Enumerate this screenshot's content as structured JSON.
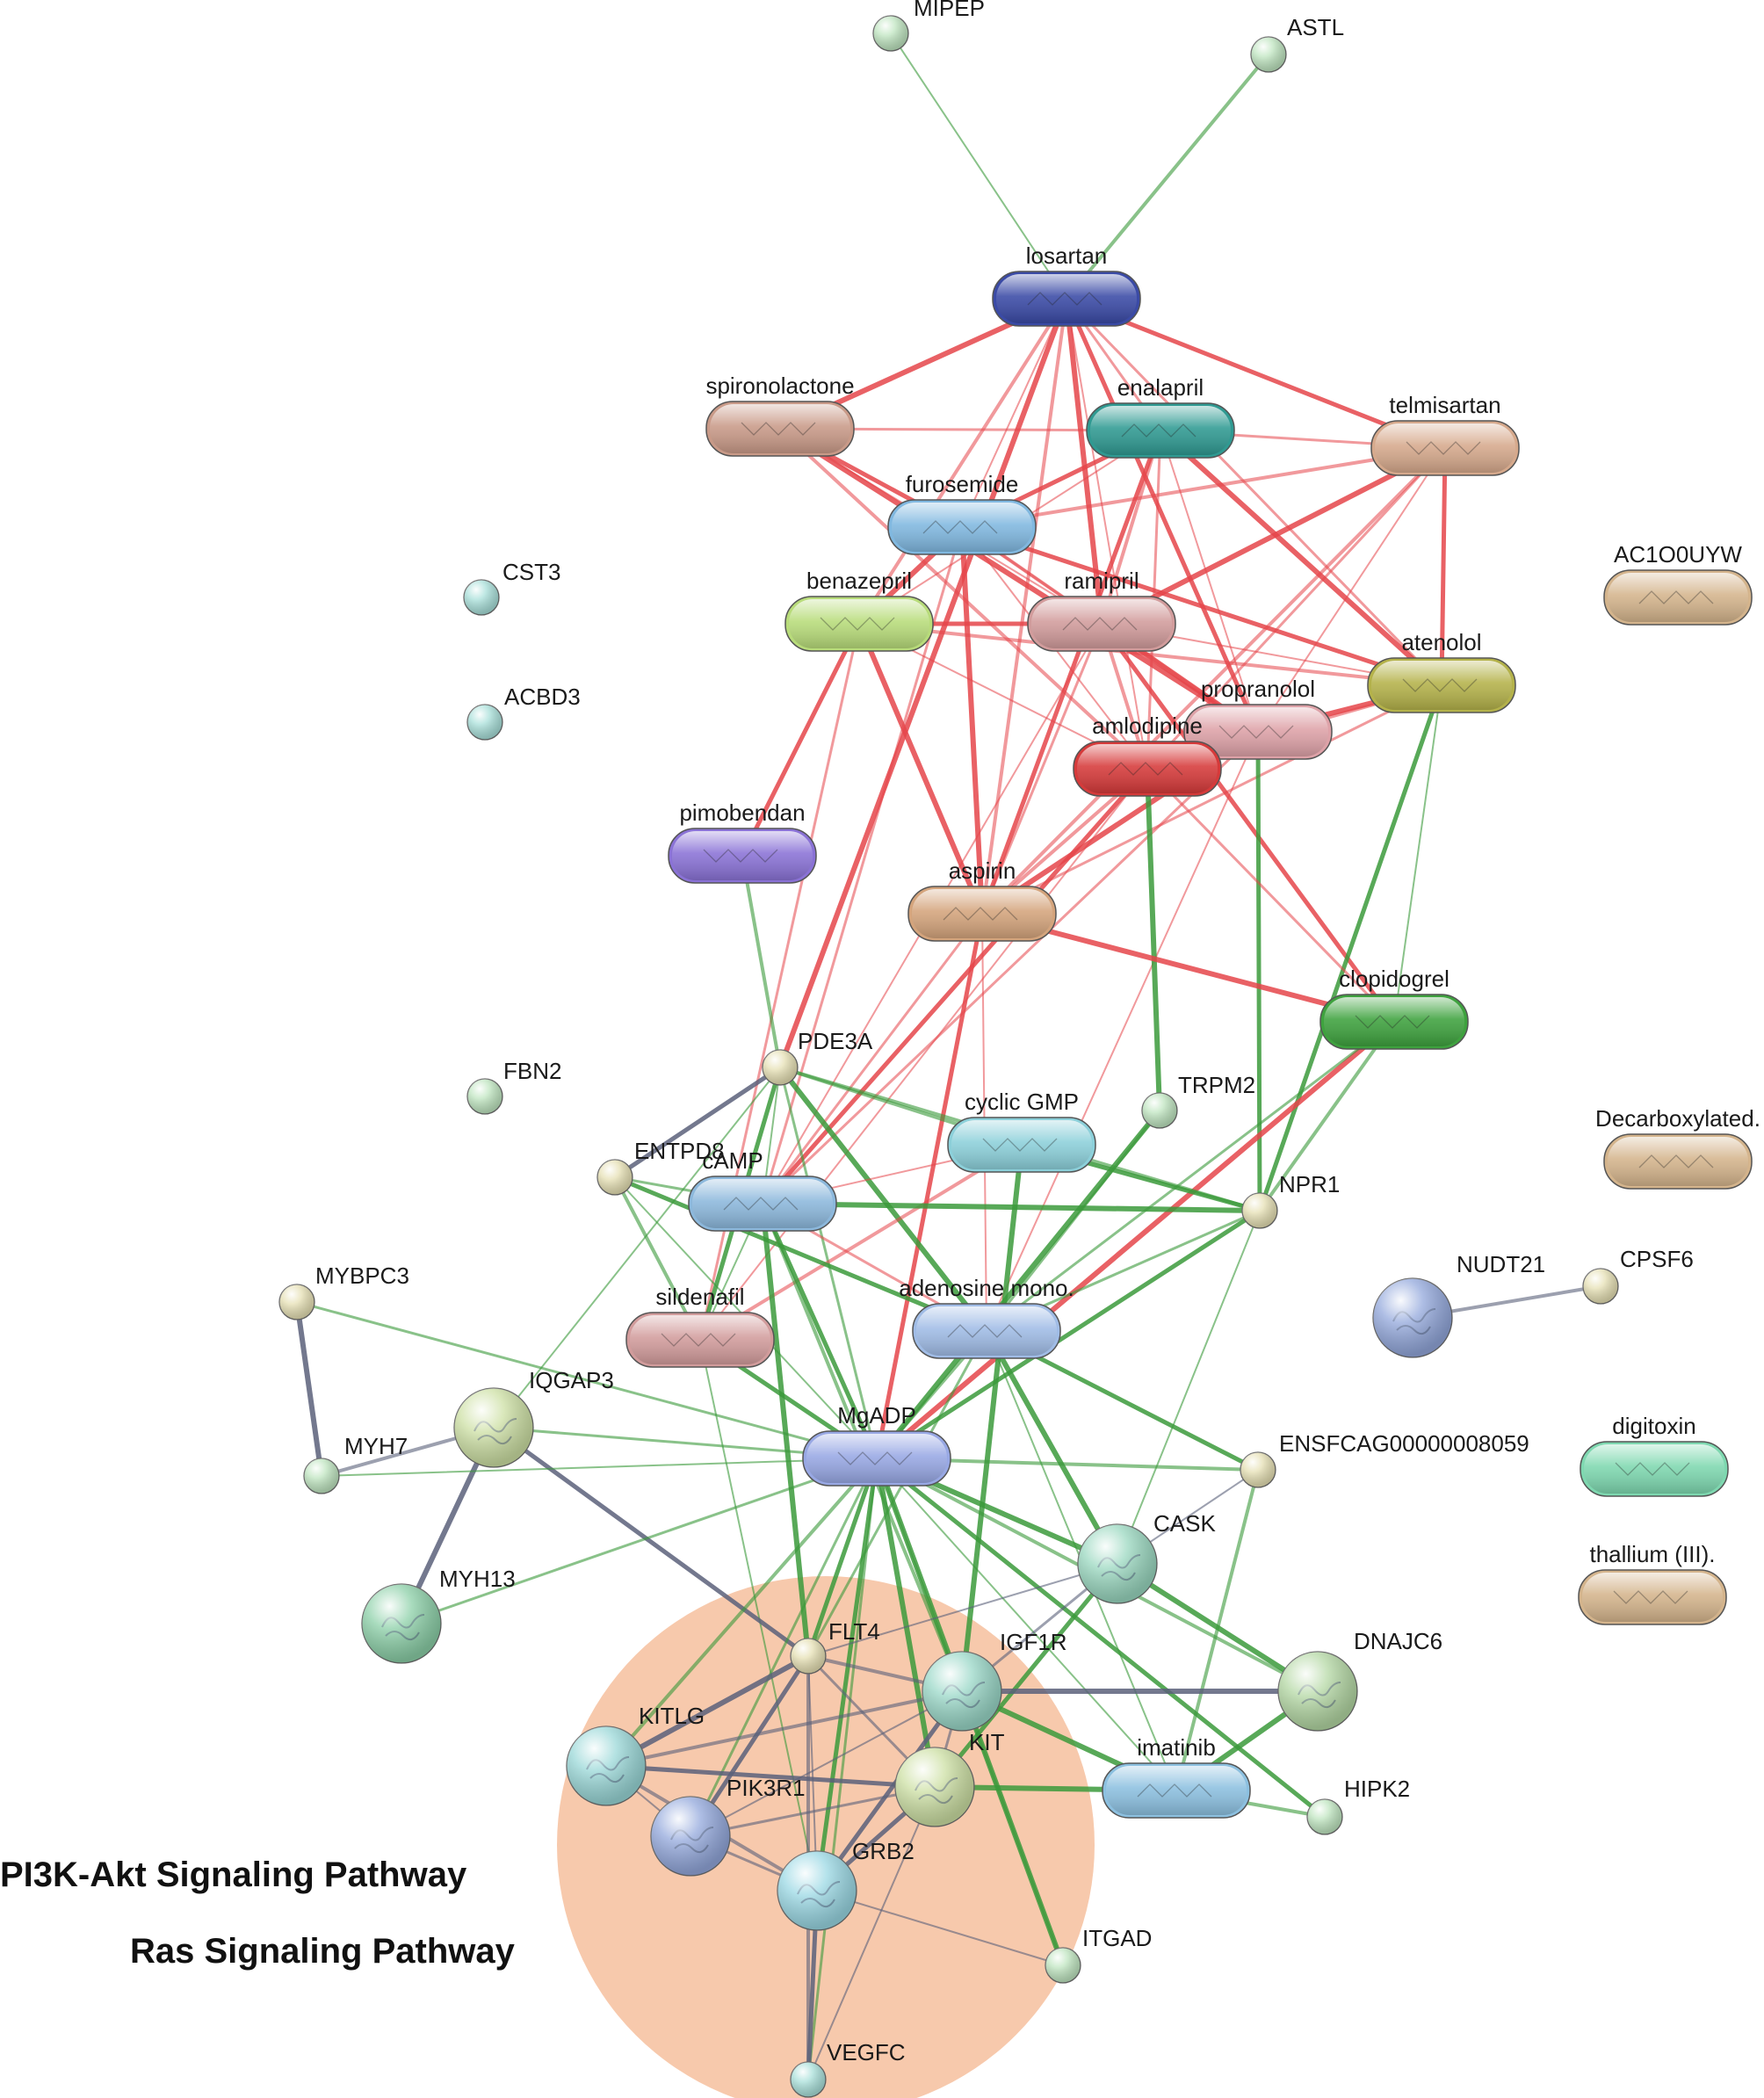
{
  "pathway_labels": [
    "PI3K-Akt Signaling Pathway",
    "Ras Signaling Pathway"
  ],
  "nodes": [
    {
      "id": "MIPEP",
      "label": "MIPEP",
      "kind": "protein",
      "color": "#bfe5c0"
    },
    {
      "id": "ASTL",
      "label": "ASTL",
      "kind": "protein",
      "color": "#bfe5c0"
    },
    {
      "id": "losartan",
      "label": "losartan",
      "kind": "chemical",
      "color": "#3a4aa6"
    },
    {
      "id": "spironolactone",
      "label": "spironolactone",
      "kind": "chemical",
      "color": "#c99a88"
    },
    {
      "id": "enalapril",
      "label": "enalapril",
      "kind": "chemical",
      "color": "#2f9a92"
    },
    {
      "id": "telmisartan",
      "label": "telmisartan",
      "kind": "chemical",
      "color": "#d6a98c"
    },
    {
      "id": "furosemide",
      "label": "furosemide",
      "kind": "chemical",
      "color": "#80b8e0"
    },
    {
      "id": "CST3",
      "label": "CST3",
      "kind": "protein",
      "color": "#a9e0da"
    },
    {
      "id": "AC1O0UYW",
      "label": "AC1O0UYW",
      "kind": "chemical",
      "color": "#d4b48c"
    },
    {
      "id": "benazepril",
      "label": "benazepril",
      "kind": "chemical",
      "color": "#b8dc7a"
    },
    {
      "id": "ramipril",
      "label": "ramipril",
      "kind": "chemical",
      "color": "#d29c9c"
    },
    {
      "id": "atenolol",
      "label": "atenolol",
      "kind": "chemical",
      "color": "#b4b24a"
    },
    {
      "id": "ACBD3",
      "label": "ACBD3",
      "kind": "protein",
      "color": "#a9e0da"
    },
    {
      "id": "propranolol",
      "label": "propranolol",
      "kind": "chemical",
      "color": "#dea2a8"
    },
    {
      "id": "amlodipine",
      "label": "amlodipine",
      "kind": "chemical",
      "color": "#d63a3a"
    },
    {
      "id": "pimobendan",
      "label": "pimobendan",
      "kind": "chemical",
      "color": "#8a72d6"
    },
    {
      "id": "aspirin",
      "label": "aspirin",
      "kind": "chemical",
      "color": "#d4a47c"
    },
    {
      "id": "clopidogrel",
      "label": "clopidogrel",
      "kind": "chemical",
      "color": "#3ea23e"
    },
    {
      "id": "PDE3A",
      "label": "PDE3A",
      "kind": "protein",
      "color": "#e6e0b4"
    },
    {
      "id": "FBN2",
      "label": "FBN2",
      "kind": "protein",
      "color": "#bfe5c0"
    },
    {
      "id": "TRPM2",
      "label": "TRPM2",
      "kind": "protein",
      "color": "#bfe5c0"
    },
    {
      "id": "cyclicGMP",
      "label": "cyclic GMP",
      "kind": "chemical",
      "color": "#8cd0da"
    },
    {
      "id": "Decarboxylated",
      "label": "Decarboxylated.",
      "kind": "chemical",
      "color": "#d4b48c"
    },
    {
      "id": "ENTPD8",
      "label": "ENTPD8",
      "kind": "protein",
      "color": "#e6e0b4"
    },
    {
      "id": "cAMP",
      "label": "cAMP",
      "kind": "chemical",
      "color": "#8cb8dc"
    },
    {
      "id": "NPR1",
      "label": "NPR1",
      "kind": "protein",
      "color": "#e6e0b4"
    },
    {
      "id": "NUDT21",
      "label": "NUDT21",
      "kind": "protein",
      "color": "#93a8dc"
    },
    {
      "id": "CPSF6",
      "label": "CPSF6",
      "kind": "protein",
      "color": "#e6e0b4"
    },
    {
      "id": "MYBPC3",
      "label": "MYBPC3",
      "kind": "protein",
      "color": "#e6e0b4"
    },
    {
      "id": "sildenafil",
      "label": "sildenafil",
      "kind": "chemical",
      "color": "#d29c9c"
    },
    {
      "id": "adenosine",
      "label": "adenosine mono.",
      "kind": "chemical",
      "color": "#a0bce6"
    },
    {
      "id": "IQGAP3",
      "label": "IQGAP3",
      "kind": "protein",
      "color": "#cde0a4"
    },
    {
      "id": "MYH7",
      "label": "MYH7",
      "kind": "protein",
      "color": "#bfe5c0"
    },
    {
      "id": "MgADP",
      "label": "MgADP",
      "kind": "chemical",
      "color": "#98a8e4"
    },
    {
      "id": "ENSFCAG",
      "label": "ENSFCAG00000008059",
      "kind": "protein",
      "color": "#e6e0b4"
    },
    {
      "id": "digitoxin",
      "label": "digitoxin",
      "kind": "chemical",
      "color": "#7ed8b0"
    },
    {
      "id": "CASK",
      "label": "CASK",
      "kind": "protein",
      "color": "#9ad8c0"
    },
    {
      "id": "thallium",
      "label": "thallium (III).",
      "kind": "chemical",
      "color": "#d4b48c"
    },
    {
      "id": "MYH13",
      "label": "MYH13",
      "kind": "protein",
      "color": "#8cd0a8"
    },
    {
      "id": "FLT4",
      "label": "FLT4",
      "kind": "protein",
      "color": "#e6e0b4"
    },
    {
      "id": "IGF1R",
      "label": "IGF1R",
      "kind": "protein",
      "color": "#9ad8c8"
    },
    {
      "id": "DNAJC6",
      "label": "DNAJC6",
      "kind": "protein",
      "color": "#b4d8a4"
    },
    {
      "id": "KITLG",
      "label": "KITLG",
      "kind": "protein",
      "color": "#9ad8d8"
    },
    {
      "id": "KIT",
      "label": "KIT",
      "kind": "protein",
      "color": "#cde0a4"
    },
    {
      "id": "imatinib",
      "label": "imatinib",
      "kind": "chemical",
      "color": "#8cc0e0"
    },
    {
      "id": "HIPK2",
      "label": "HIPK2",
      "kind": "protein",
      "color": "#bfe5c0"
    },
    {
      "id": "PIK3R1",
      "label": "PIK3R1",
      "kind": "protein",
      "color": "#93a8dc"
    },
    {
      "id": "GRB2",
      "label": "GRB2",
      "kind": "protein",
      "color": "#9ad8e4"
    },
    {
      "id": "ITGAD",
      "label": "ITGAD",
      "kind": "protein",
      "color": "#bfe5c0"
    },
    {
      "id": "VEGFC",
      "label": "VEGFC",
      "kind": "protein",
      "color": "#a9e0da"
    }
  ],
  "edges": [
    [
      "MIPEP",
      "losartan",
      "green"
    ],
    [
      "ASTL",
      "losartan",
      "green"
    ],
    [
      "losartan",
      "spironolactone",
      "red"
    ],
    [
      "losartan",
      "enalapril",
      "red"
    ],
    [
      "losartan",
      "telmisartan",
      "red"
    ],
    [
      "losartan",
      "furosemide",
      "red"
    ],
    [
      "losartan",
      "benazepril",
      "red"
    ],
    [
      "losartan",
      "ramipril",
      "red"
    ],
    [
      "losartan",
      "atenolol",
      "red"
    ],
    [
      "losartan",
      "propranolol",
      "red"
    ],
    [
      "losartan",
      "amlodipine",
      "red"
    ],
    [
      "losartan",
      "aspirin",
      "red"
    ],
    [
      "losartan",
      "PDE3A",
      "red"
    ],
    [
      "spironolactone",
      "enalapril",
      "red"
    ],
    [
      "spironolactone",
      "furosemide",
      "red"
    ],
    [
      "spironolactone",
      "ramipril",
      "red"
    ],
    [
      "spironolactone",
      "amlodipine",
      "red"
    ],
    [
      "spironolactone",
      "propranolol",
      "red"
    ],
    [
      "enalapril",
      "telmisartan",
      "red"
    ],
    [
      "enalapril",
      "furosemide",
      "red"
    ],
    [
      "enalapril",
      "benazepril",
      "red"
    ],
    [
      "enalapril",
      "ramipril",
      "red"
    ],
    [
      "enalapril",
      "atenolol",
      "red"
    ],
    [
      "enalapril",
      "amlodipine",
      "red"
    ],
    [
      "enalapril",
      "aspirin",
      "red"
    ],
    [
      "enalapril",
      "propranolol",
      "red"
    ],
    [
      "telmisartan",
      "furosemide",
      "red"
    ],
    [
      "telmisartan",
      "ramipril",
      "red"
    ],
    [
      "telmisartan",
      "amlodipine",
      "red"
    ],
    [
      "telmisartan",
      "atenolol",
      "red"
    ],
    [
      "telmisartan",
      "propranolol",
      "red"
    ],
    [
      "telmisartan",
      "aspirin",
      "red"
    ],
    [
      "furosemide",
      "benazepril",
      "red"
    ],
    [
      "furosemide",
      "ramipril",
      "red"
    ],
    [
      "furosemide",
      "atenolol",
      "red"
    ],
    [
      "furosemide",
      "amlodipine",
      "red"
    ],
    [
      "furosemide",
      "propranolol",
      "red"
    ],
    [
      "furosemide",
      "aspirin",
      "red"
    ],
    [
      "furosemide",
      "cAMP",
      "red"
    ],
    [
      "benazepril",
      "ramipril",
      "red"
    ],
    [
      "benazepril",
      "amlodipine",
      "red"
    ],
    [
      "benazepril",
      "atenolol",
      "red"
    ],
    [
      "benazepril",
      "aspirin",
      "red"
    ],
    [
      "benazepril",
      "sildenafil",
      "red"
    ],
    [
      "benazepril",
      "pimobendan",
      "red"
    ],
    [
      "ramipril",
      "atenolol",
      "red"
    ],
    [
      "ramipril",
      "amlodipine",
      "red"
    ],
    [
      "ramipril",
      "propranolol",
      "red"
    ],
    [
      "ramipril",
      "aspirin",
      "red"
    ],
    [
      "ramipril",
      "clopidogrel",
      "red"
    ],
    [
      "ramipril",
      "cAMP",
      "red"
    ],
    [
      "atenolol",
      "amlodipine",
      "red"
    ],
    [
      "atenolol",
      "propranolol",
      "red"
    ],
    [
      "atenolol",
      "aspirin",
      "red"
    ],
    [
      "atenolol",
      "NPR1",
      "green"
    ],
    [
      "atenolol",
      "clopidogrel",
      "green"
    ],
    [
      "propranolol",
      "amlodipine",
      "red"
    ],
    [
      "propranolol",
      "aspirin",
      "red"
    ],
    [
      "propranolol",
      "cAMP",
      "red"
    ],
    [
      "propranolol",
      "NPR1",
      "green"
    ],
    [
      "propranolol",
      "adenosine",
      "red"
    ],
    [
      "amlodipine",
      "aspirin",
      "red"
    ],
    [
      "amlodipine",
      "TRPM2",
      "green"
    ],
    [
      "amlodipine",
      "clopidogrel",
      "red"
    ],
    [
      "amlodipine",
      "cAMP",
      "red"
    ],
    [
      "amlodipine",
      "sildenafil",
      "red"
    ],
    [
      "pimobendan",
      "PDE3A",
      "green"
    ],
    [
      "aspirin",
      "clopidogrel",
      "red"
    ],
    [
      "aspirin",
      "cAMP",
      "red"
    ],
    [
      "aspirin",
      "MgADP",
      "red"
    ],
    [
      "aspirin",
      "adenosine",
      "red"
    ],
    [
      "clopidogrel",
      "NPR1",
      "green"
    ],
    [
      "clopidogrel",
      "MgADP",
      "red"
    ],
    [
      "clopidogrel",
      "adenosine",
      "green"
    ],
    [
      "PDE3A",
      "ENTPD8",
      "grey"
    ],
    [
      "PDE3A",
      "cAMP",
      "green"
    ],
    [
      "PDE3A",
      "cyclicGMP",
      "green"
    ],
    [
      "PDE3A",
      "adenosine",
      "green"
    ],
    [
      "PDE3A",
      "MgADP",
      "green"
    ],
    [
      "PDE3A",
      "sildenafil",
      "green"
    ],
    [
      "PDE3A",
      "IQGAP3",
      "green"
    ],
    [
      "PDE3A",
      "NPR1",
      "green"
    ],
    [
      "TRPM2",
      "MgADP",
      "green"
    ],
    [
      "TRPM2",
      "adenosine",
      "green"
    ],
    [
      "cyclicGMP",
      "NPR1",
      "green"
    ],
    [
      "cyclicGMP",
      "cAMP",
      "red"
    ],
    [
      "cyclicGMP",
      "sildenafil",
      "red"
    ],
    [
      "cyclicGMP",
      "IGF1R",
      "green"
    ],
    [
      "ENTPD8",
      "cAMP",
      "green"
    ],
    [
      "ENTPD8",
      "adenosine",
      "green"
    ],
    [
      "ENTPD8",
      "MgADP",
      "green"
    ],
    [
      "ENTPD8",
      "sildenafil",
      "green"
    ],
    [
      "cAMP",
      "NPR1",
      "green"
    ],
    [
      "cAMP",
      "adenosine",
      "red"
    ],
    [
      "cAMP",
      "MgADP",
      "green"
    ],
    [
      "cAMP",
      "sildenafil",
      "green"
    ],
    [
      "cAMP",
      "IGF1R",
      "green"
    ],
    [
      "cAMP",
      "FLT4",
      "green"
    ],
    [
      "NPR1",
      "adenosine",
      "green"
    ],
    [
      "NPR1",
      "MgADP",
      "green"
    ],
    [
      "NPR1",
      "CASK",
      "green"
    ],
    [
      "NUDT21",
      "CPSF6",
      "grey"
    ],
    [
      "MYBPC3",
      "MYH7",
      "grey"
    ],
    [
      "MYBPC3",
      "MgADP",
      "green"
    ],
    [
      "sildenafil",
      "MgADP",
      "green"
    ],
    [
      "sildenafil",
      "GRB2",
      "green"
    ],
    [
      "adenosine",
      "MgADP",
      "green"
    ],
    [
      "adenosine",
      "CASK",
      "green"
    ],
    [
      "adenosine",
      "FLT4",
      "green"
    ],
    [
      "adenosine",
      "ENSFCAG",
      "green"
    ],
    [
      "adenosine",
      "imatinib",
      "green"
    ],
    [
      "IQGAP3",
      "MYH7",
      "grey"
    ],
    [
      "IQGAP3",
      "MYH13",
      "grey"
    ],
    [
      "IQGAP3",
      "MgADP",
      "green"
    ],
    [
      "IQGAP3",
      "FLT4",
      "grey"
    ],
    [
      "MYH7",
      "MgADP",
      "green"
    ],
    [
      "MgADP",
      "ENSFCAG",
      "green"
    ],
    [
      "MgADP",
      "CASK",
      "green"
    ],
    [
      "MgADP",
      "MYH13",
      "green"
    ],
    [
      "MgADP",
      "FLT4",
      "green"
    ],
    [
      "MgADP",
      "IGF1R",
      "green"
    ],
    [
      "MgADP",
      "KITLG",
      "green"
    ],
    [
      "MgADP",
      "KIT",
      "green"
    ],
    [
      "MgADP",
      "PIK3R1",
      "green"
    ],
    [
      "MgADP",
      "GRB2",
      "green"
    ],
    [
      "MgADP",
      "imatinib",
      "green"
    ],
    [
      "MgADP",
      "DNAJC6",
      "green"
    ],
    [
      "MgADP",
      "ITGAD",
      "green"
    ],
    [
      "MgADP",
      "VEGFC",
      "green"
    ],
    [
      "MgADP",
      "HIPK2",
      "green"
    ],
    [
      "ENSFCAG",
      "CASK",
      "grey"
    ],
    [
      "ENSFCAG",
      "imatinib",
      "green"
    ],
    [
      "CASK",
      "DNAJC6",
      "green"
    ],
    [
      "CASK",
      "IGF1R",
      "grey"
    ],
    [
      "CASK",
      "KIT",
      "green"
    ],
    [
      "CASK",
      "FLT4",
      "grey"
    ],
    [
      "FLT4",
      "IGF1R",
      "grey"
    ],
    [
      "FLT4",
      "KITLG",
      "grey"
    ],
    [
      "FLT4",
      "KIT",
      "grey"
    ],
    [
      "FLT4",
      "PIK3R1",
      "grey"
    ],
    [
      "FLT4",
      "GRB2",
      "grey"
    ],
    [
      "FLT4",
      "VEGFC",
      "grey"
    ],
    [
      "IGF1R",
      "DNAJC6",
      "grey"
    ],
    [
      "IGF1R",
      "KIT",
      "grey"
    ],
    [
      "IGF1R",
      "GRB2",
      "grey"
    ],
    [
      "IGF1R",
      "PIK3R1",
      "grey"
    ],
    [
      "IGF1R",
      "KITLG",
      "grey"
    ],
    [
      "IGF1R",
      "imatinib",
      "green"
    ],
    [
      "IGF1R",
      "ITGAD",
      "green"
    ],
    [
      "KITLG",
      "KIT",
      "grey"
    ],
    [
      "KITLG",
      "PIK3R1",
      "grey"
    ],
    [
      "KITLG",
      "GRB2",
      "grey"
    ],
    [
      "KIT",
      "imatinib",
      "green"
    ],
    [
      "KIT",
      "PIK3R1",
      "grey"
    ],
    [
      "KIT",
      "GRB2",
      "grey"
    ],
    [
      "KIT",
      "VEGFC",
      "grey"
    ],
    [
      "imatinib",
      "HIPK2",
      "green"
    ],
    [
      "imatinib",
      "DNAJC6",
      "green"
    ],
    [
      "PIK3R1",
      "GRB2",
      "grey"
    ],
    [
      "GRB2",
      "VEGFC",
      "grey"
    ],
    [
      "GRB2",
      "ITGAD",
      "grey"
    ]
  ]
}
